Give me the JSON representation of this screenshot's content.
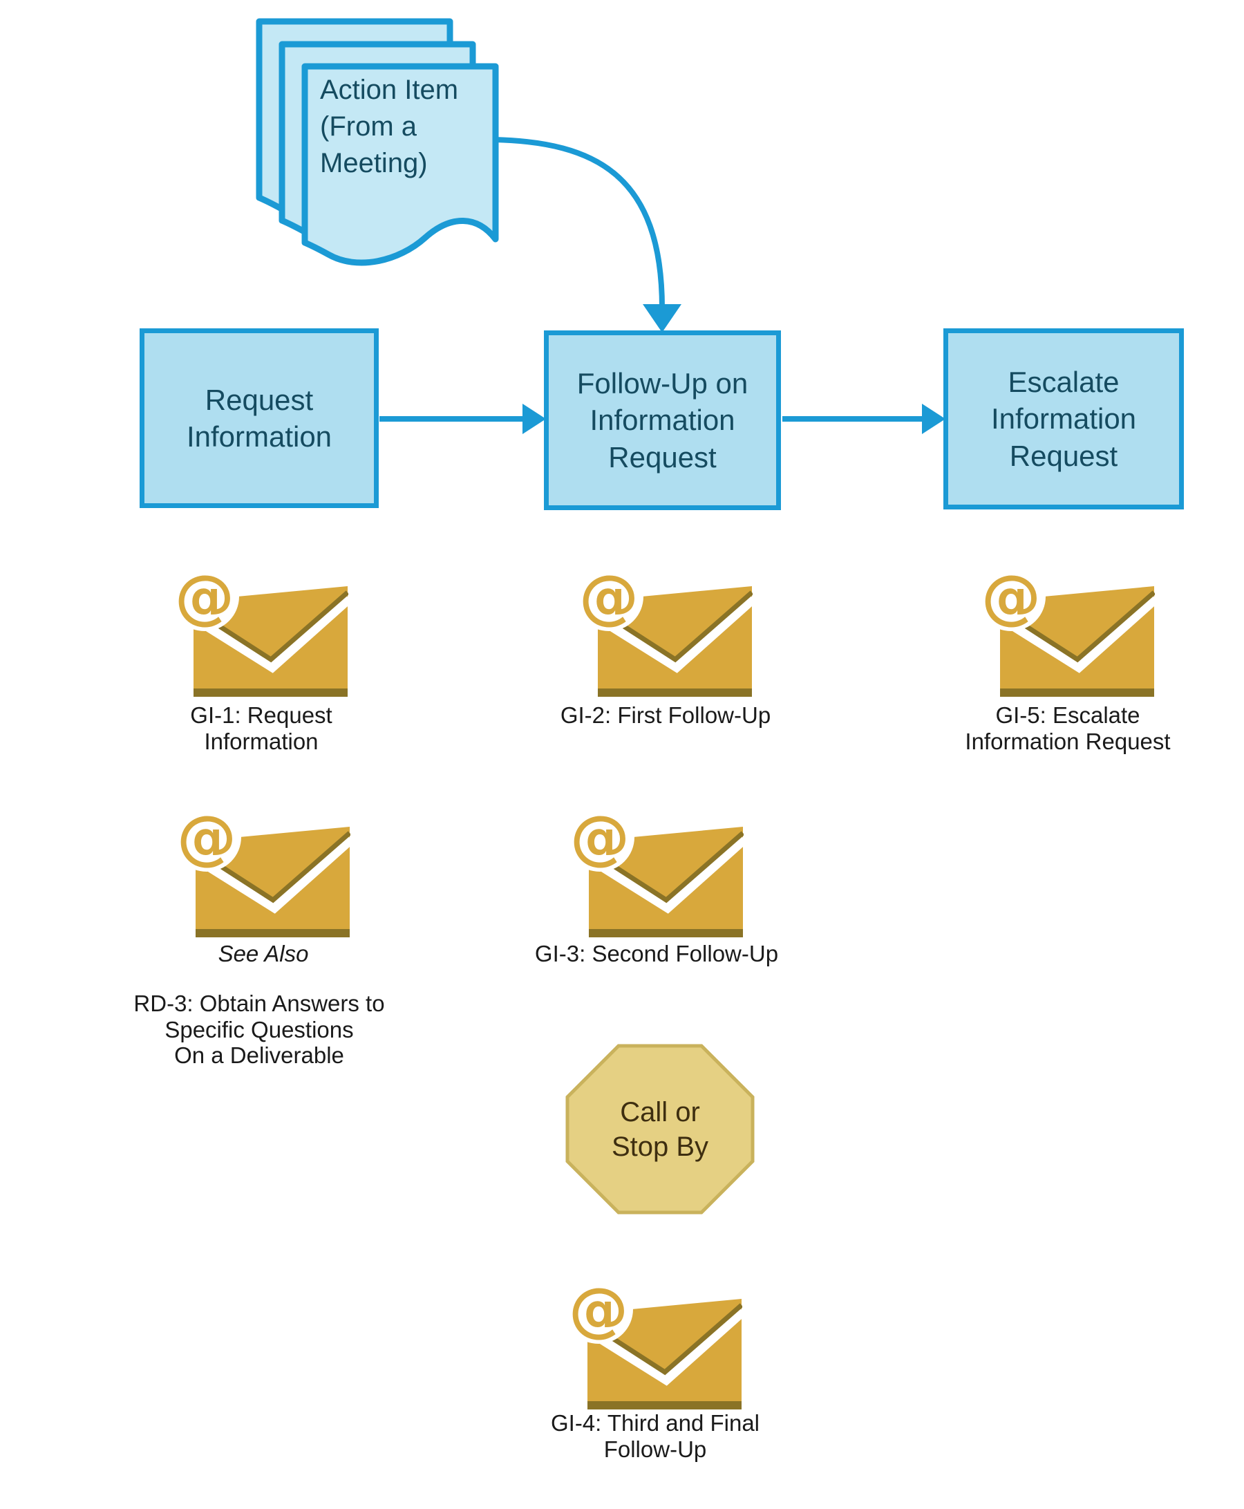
{
  "diagram": {
    "colors": {
      "accent_blue": "#1B9AD5",
      "process_fill": "#AFDEF0",
      "document_fill": "#C4E8F5",
      "process_text": "#154B60",
      "envelope_gold": "#D8A83C",
      "envelope_shadow": "#8A7326",
      "octagon_fill": "#E5D083",
      "octagon_border": "#C9B25C",
      "octagon_text": "#3E2E10",
      "label_text": "#1A1A1A",
      "background": "#FFFFFF"
    },
    "document_node": {
      "label": "Action Item\n(From a\nMeeting)"
    },
    "process_nodes": [
      {
        "label": "Request\nInformation"
      },
      {
        "label": "Follow-Up on\nInformation\nRequest"
      },
      {
        "label": "Escalate\nInformation\nRequest"
      }
    ],
    "email_nodes": [
      {
        "id": "gi-1",
        "label": "GI-1: Request\nInformation"
      },
      {
        "id": "gi-2",
        "label": "GI-2: First Follow-Up"
      },
      {
        "id": "gi-5",
        "label": "GI-5: Escalate\nInformation Request"
      },
      {
        "id": "rd-3",
        "see_also": "See Also",
        "label": "RD-3: Obtain Answers to\nSpecific Questions\nOn a Deliverable"
      },
      {
        "id": "gi-3",
        "label": "GI-3: Second Follow-Up"
      },
      {
        "id": "gi-4",
        "label": "GI-4: Third and Final\nFollow-Up"
      }
    ],
    "stop_node": {
      "label": "Call or\nStop By"
    }
  }
}
